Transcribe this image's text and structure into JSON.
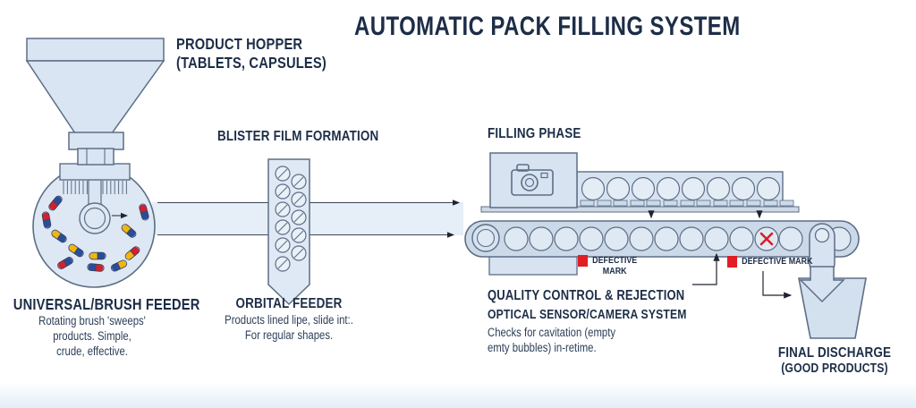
{
  "title": "AUTOMATIC PACK FILLING SYSTEM",
  "palette": {
    "ink": "#1c2d47",
    "outline": "#5d6e85",
    "fill_light": "#d9e5f2",
    "fill_band": "#e2ebf5",
    "fill_belt": "#cbd9e8",
    "alert_red": "#e11d25",
    "capsule_red": "#cf2130",
    "capsule_blue": "#2a4d9b",
    "capsule_yellow": "#f2b50e"
  },
  "stations": {
    "hopper": {
      "title": "PRODUCT HOPPER",
      "subtitle": "(TABLETS, CAPSULES)"
    },
    "universal_feeder": {
      "title": "UNIVERSAL/BRUSH FEEDER",
      "desc1": "Rotating brush 'sweeps'",
      "desc2": "products. Simple,",
      "desc3": "crude, effective."
    },
    "blister": {
      "title": "BLISTER FILM FORMATION"
    },
    "orbital_feeder": {
      "title": "ORBITAL FEEDER",
      "desc1": "Products lined lipe, slide int:.",
      "desc2": "For regular shapes."
    },
    "filling": {
      "title": "FILLING PHASE"
    },
    "quality": {
      "title": "QUALITY CONTROL & REJECTION",
      "subtitle": "OPTICAL SENSOR/CAMERA SYSTEM",
      "desc1": "Checks for cavitation (empty",
      "desc2": "emty bubbles) in-retime."
    },
    "defect_mark_a": {
      "line1": "DEFECTIVE",
      "line2": "MARK"
    },
    "defect_mark_b": {
      "label": "DEFECTIVE MARK"
    },
    "discharge": {
      "title": "FINAL DISCHARGE",
      "subtitle": "(GOOD PRODUCTS)"
    }
  }
}
